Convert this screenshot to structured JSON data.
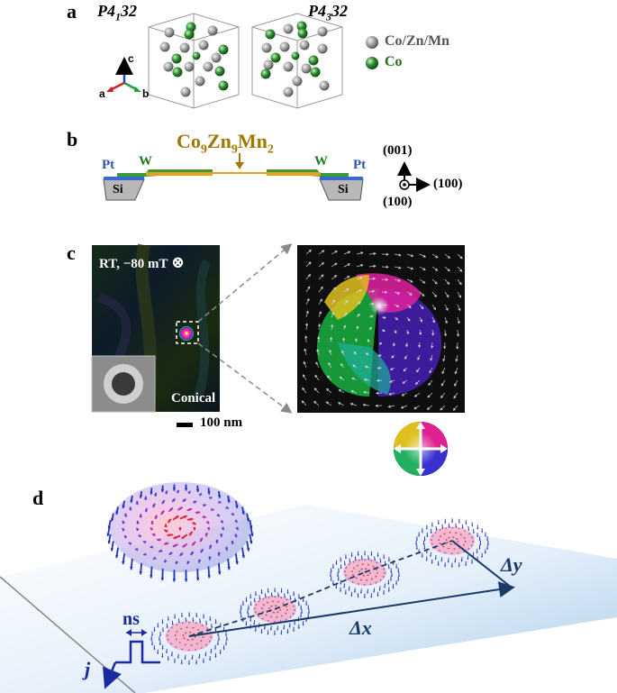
{
  "panel_a": {
    "label": "a",
    "structure_left": {
      "name_base": "P4",
      "name_sub": "1",
      "name_tail": "32"
    },
    "structure_right": {
      "name_base": "P4",
      "name_sub": "3",
      "name_tail": "32"
    },
    "axes": {
      "c": "c",
      "a": "a",
      "b": "b"
    },
    "legend": [
      {
        "text": "Co/Zn/Mn",
        "color": "#9a9a9a",
        "text_color": "#555555"
      },
      {
        "text": "Co",
        "color": "#2d8a2d",
        "text_color": "#2d6a1a"
      }
    ]
  },
  "panel_b": {
    "label": "b",
    "compound": {
      "p1": "Co",
      "s1": "9",
      "p2": "Zn",
      "s2": "9",
      "p3": "Mn",
      "s3": "2"
    },
    "left_pt": "Pt",
    "left_w": "W",
    "left_si": "Si",
    "right_w": "W",
    "right_pt": "Pt",
    "right_si": "Si",
    "dir_up": "(001)",
    "dir_right": "(100)",
    "dir_out": "(100)",
    "colors": {
      "compound_text": "#a07800",
      "pt": "#2a55b0",
      "w": "#1f7a1f",
      "gold": "#e0a020"
    }
  },
  "panel_c": {
    "label": "c",
    "condition": "RT, −80 mT",
    "field_symbol": "⊗",
    "phase": "Conical",
    "scale_bar": "100 nm"
  },
  "panel_d": {
    "label": "d",
    "pulse_width": "ns",
    "current": "j",
    "dx": "Δx",
    "dy": "Δy"
  }
}
